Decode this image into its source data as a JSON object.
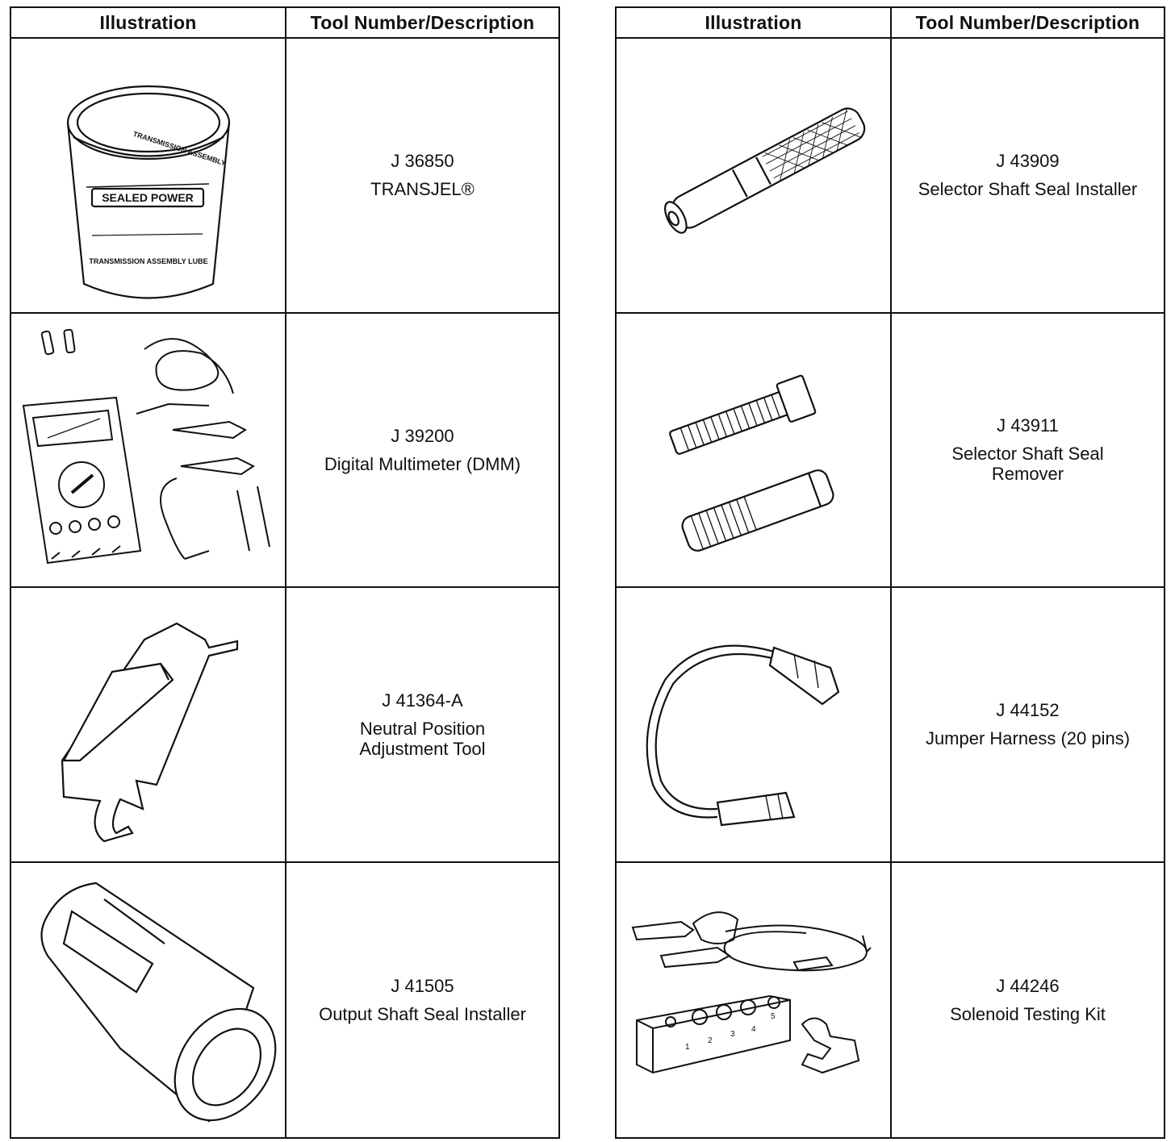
{
  "left_table": {
    "header_illustration": "Illustration",
    "header_tool": "Tool Number/Description",
    "rows": [
      {
        "tool_number": "J 36850",
        "description": "TRANSJEL®",
        "icon": "transjel-tub-icon",
        "tub_label_top": "TRANSMISSION ASSEMBLY",
        "tub_brand": "SEALED POWER",
        "tub_label_bottom": "TRANSMISSION ASSEMBLY LUBE"
      },
      {
        "tool_number": "J 39200",
        "description": "Digital Multimeter (DMM)",
        "icon": "digital-multimeter-icon"
      },
      {
        "tool_number": "J 41364-A",
        "description": "Neutral Position\nAdjustment Tool",
        "icon": "neutral-position-tool-icon"
      },
      {
        "tool_number": "J 41505",
        "description": "Output Shaft Seal Installer",
        "icon": "output-shaft-seal-installer-icon"
      }
    ]
  },
  "right_table": {
    "header_illustration": "Illustration",
    "header_tool": "Tool Number/Description",
    "rows": [
      {
        "tool_number": "J 43909",
        "description": "Selector Shaft Seal Installer",
        "icon": "selector-shaft-seal-installer-icon"
      },
      {
        "tool_number": "J 43911",
        "description": "Selector Shaft Seal\nRemover",
        "icon": "selector-shaft-seal-remover-icon"
      },
      {
        "tool_number": "J 44152",
        "description": "Jumper Harness (20 pins)",
        "icon": "jumper-harness-icon"
      },
      {
        "tool_number": "J 44246",
        "description": "Solenoid Testing Kit",
        "icon": "solenoid-testing-kit-icon",
        "block_numbers": [
          "1",
          "2",
          "3",
          "4",
          "5"
        ]
      }
    ]
  }
}
